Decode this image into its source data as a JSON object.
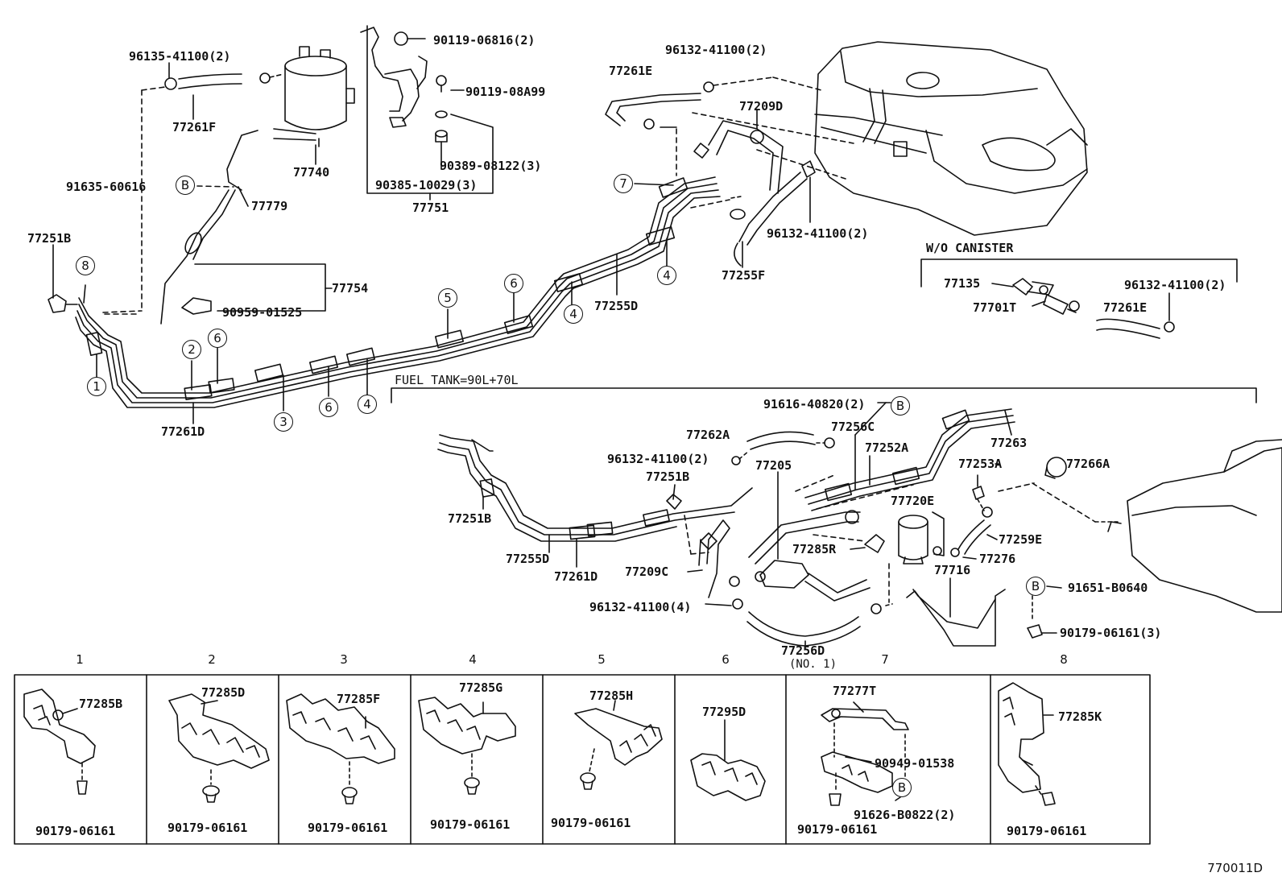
{
  "labels": {
    "p96135_41100": "96135-41100(2)",
    "p77261F": "77261F",
    "p77740": "77740",
    "p91635_60616": "91635-60616",
    "p77779": "77779",
    "p77754": "77754",
    "p90959_01525": "90959-01525",
    "p77251B_top": "77251B",
    "p90119_06816": "90119-06816(2)",
    "p90119_08A99": "90119-08A99",
    "p90389_08122": "90389-08122(3)",
    "p90385_10029": "90385-10029(3)",
    "p77751": "77751",
    "p77261E_top": "77261E",
    "p96132_top": "96132-41100(2)",
    "p77209D": "77209D",
    "p96132_mid": "96132-41100(2)",
    "p77255F": "77255F",
    "p77255D_top": "77255D",
    "p77261D_top": "77261D",
    "wo_canister": "W/O CANISTER",
    "p77135": "77135",
    "p77701T": "77701T",
    "p77261E_right": "77261E",
    "p96132_right": "96132-41100(2)",
    "fuel_tank": "FUEL TANK=90L+70L",
    "p91616_40820": "91616-40820(2)",
    "p77256C": "77256C",
    "p77262A": "77262A",
    "p77252A": "77252A",
    "p77263": "77263",
    "p96132_lower": "96132-41100(2)",
    "p77205": "77205",
    "p77253A": "77253A",
    "p77266A": "77266A",
    "p77251B_mid": "77251B",
    "p77251B_low": "77251B",
    "p77720E": "77720E",
    "p77259E": "77259E",
    "p77285R": "77285R",
    "p77276": "77276",
    "p77255D_low": "77255D",
    "p77261D_low": "77261D",
    "p77209C": "77209C",
    "p77716": "77716",
    "p91651_B0640": "91651-B0640",
    "p96132_41100_4": "96132-41100(4)",
    "p90179_06161_3": "90179-06161(3)",
    "p77256D": "77256D",
    "p77256D_no": "(NO. 1)"
  },
  "callouts": {
    "B": "B",
    "n1": "1",
    "n2": "2",
    "n3": "3",
    "n4": "4",
    "n5": "5",
    "n6": "6",
    "n7": "7",
    "n8": "8"
  },
  "panels": [
    {
      "num": "1",
      "part": "77285B",
      "fastener": "90179-06161"
    },
    {
      "num": "2",
      "part": "77285D",
      "fastener": "90179-06161"
    },
    {
      "num": "3",
      "part": "77285F",
      "fastener": "90179-06161"
    },
    {
      "num": "4",
      "part": "77285G",
      "fastener": "90179-06161"
    },
    {
      "num": "5",
      "part": "77285H",
      "fastener": "90179-06161"
    },
    {
      "num": "6",
      "part": "77295D",
      "fastener": ""
    },
    {
      "num": "7",
      "part": "77277T",
      "fastener": "90179-06161",
      "extra1": "90949-01538",
      "extra2": "91626-B0822(2)"
    },
    {
      "num": "8",
      "part": "77285K",
      "fastener": "90179-06161"
    }
  ],
  "drawing_code": "770011D"
}
